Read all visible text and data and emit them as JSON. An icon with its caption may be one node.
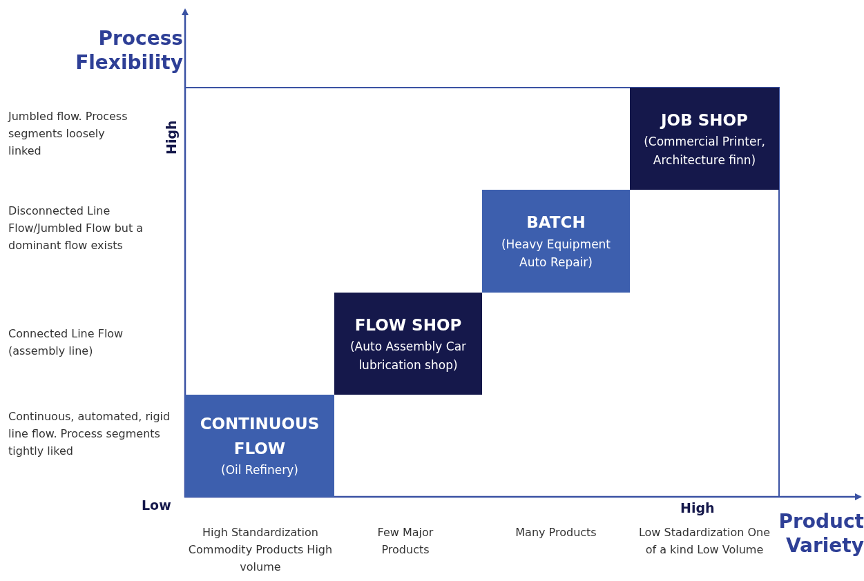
{
  "diagram": {
    "nodes": [
      {
        "text": [
          "JOB SHOP",
          "(Commercial Printer, Architecture finn)"
        ]
      },
      {
        "text": [
          "BATCH",
          "(Heavy Equipment Auto Repair)"
        ]
      },
      {
        "text": [
          "FLOW SHOP",
          "(Auto Assembly Car lubrication shop)"
        ]
      },
      {
        "text": [
          "CONTINUOUS FLOW",
          "(Oil Refinery)"
        ]
      }
    ],
    "edges": [],
    "labels": [
      "Process Flexibility",
      "Jumbled flow. Process segments loosely linked",
      "High",
      "Disconnected Line Flow/Jumbled Flow but a dominant flow exists",
      "Connected Line Flow (assembly line)",
      "Continuous, automated, rigid line flow. Process segments tightly liked",
      "Low",
      "High",
      "Product Variety",
      "High Standardization Commodity Products High volume",
      "Few Major Products",
      "Many Products",
      "Low Stadardization One of a kind Low Volume"
    ]
  }
}
